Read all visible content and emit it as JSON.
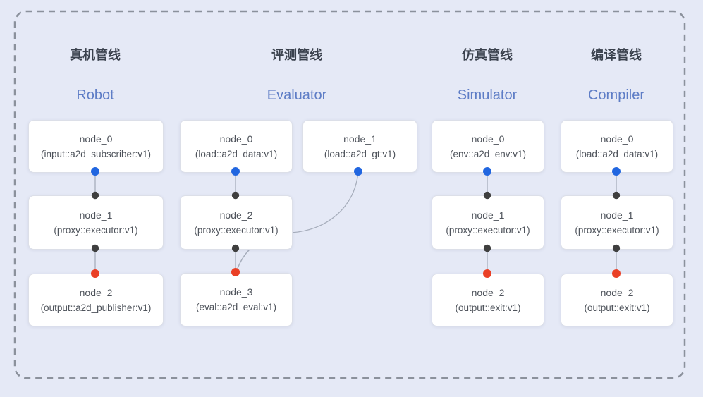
{
  "diagram": {
    "pipelines": [
      {
        "id": "robot",
        "title_zh": "真机管线",
        "title_en": "Robot",
        "nodes": [
          {
            "name": "node_0",
            "type": "(input::a2d_subscriber:v1)"
          },
          {
            "name": "node_1",
            "type": "(proxy::executor:v1)"
          },
          {
            "name": "node_2",
            "type": "(output::a2d_publisher:v1)"
          }
        ]
      },
      {
        "id": "evaluator",
        "title_zh": "评测管线",
        "title_en": "Evaluator",
        "nodes": [
          {
            "name": "node_0",
            "type": "(load::a2d_data:v1)"
          },
          {
            "name": "node_1",
            "type": "(load::a2d_gt:v1)"
          },
          {
            "name": "node_2",
            "type": "(proxy::executor:v1)"
          },
          {
            "name": "node_3",
            "type": "(eval::a2d_eval:v1)"
          }
        ]
      },
      {
        "id": "simulator",
        "title_zh": "仿真管线",
        "title_en": "Simulator",
        "nodes": [
          {
            "name": "node_0",
            "type": "(env::a2d_env:v1)"
          },
          {
            "name": "node_1",
            "type": "(proxy::executor:v1)"
          },
          {
            "name": "node_2",
            "type": "(output::exit:v1)"
          }
        ]
      },
      {
        "id": "compiler",
        "title_zh": "编译管线",
        "title_en": "Compiler",
        "nodes": [
          {
            "name": "node_0",
            "type": "(load::a2d_data:v1)"
          },
          {
            "name": "node_1",
            "type": "(proxy::executor:v1)"
          },
          {
            "name": "node_2",
            "type": "(output::exit:v1)"
          }
        ]
      }
    ],
    "colors": {
      "background": "#e5e9f6",
      "dashed_border": "#8b919c",
      "edge": "#a6adbb",
      "blue_dot": "#2166e0",
      "black_dot": "#3f3f3f",
      "red_dot": "#ea4026",
      "title_zh": "#3a414d",
      "title_en": "#5e7dc6",
      "node_text": "#4e535b"
    }
  }
}
